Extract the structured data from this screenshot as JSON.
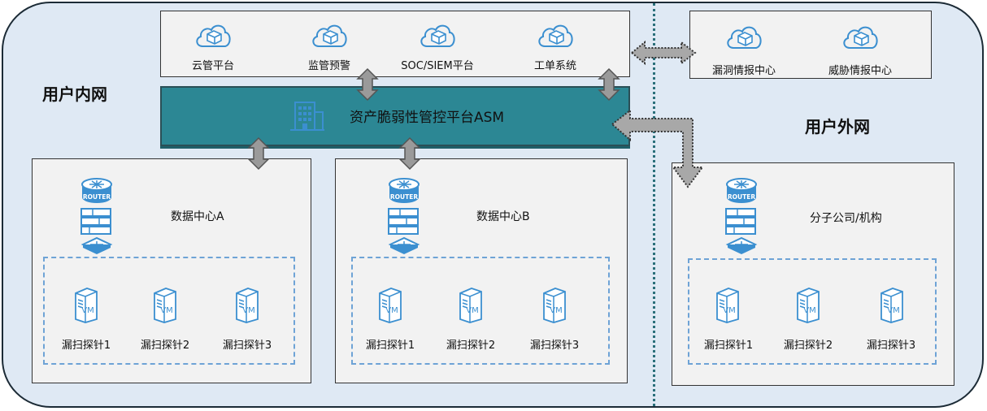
{
  "zones": {
    "internal": "用户内网",
    "external": "用户外网"
  },
  "top_services": [
    "云管平台",
    "监管预警",
    "SOC/SIEM平台",
    "工单系统"
  ],
  "external_services": [
    "漏洞情报中心",
    "威胁情报中心"
  ],
  "asm": {
    "title": "资产脆弱性管控平台ASM"
  },
  "sites": [
    {
      "title": "数据中心A",
      "router": "ROUTER",
      "probes": [
        "漏扫探针1",
        "漏扫探针2",
        "漏扫探针3"
      ]
    },
    {
      "title": "数据中心B",
      "router": "ROUTER",
      "probes": [
        "漏扫探针1",
        "漏扫探针2",
        "漏扫探针3"
      ]
    },
    {
      "title": "分子公司/机构",
      "router": "ROUTER",
      "probes": [
        "漏扫探针1",
        "漏扫探针2",
        "漏扫探针3"
      ]
    }
  ],
  "vm_label": "VM",
  "colors": {
    "background": "#dfe9f4",
    "asm_fill": "#2c8794",
    "icon_blue": "#3b8fd0",
    "dash": "#6ea3d6",
    "arrow_gray": "#9a9a9a"
  }
}
